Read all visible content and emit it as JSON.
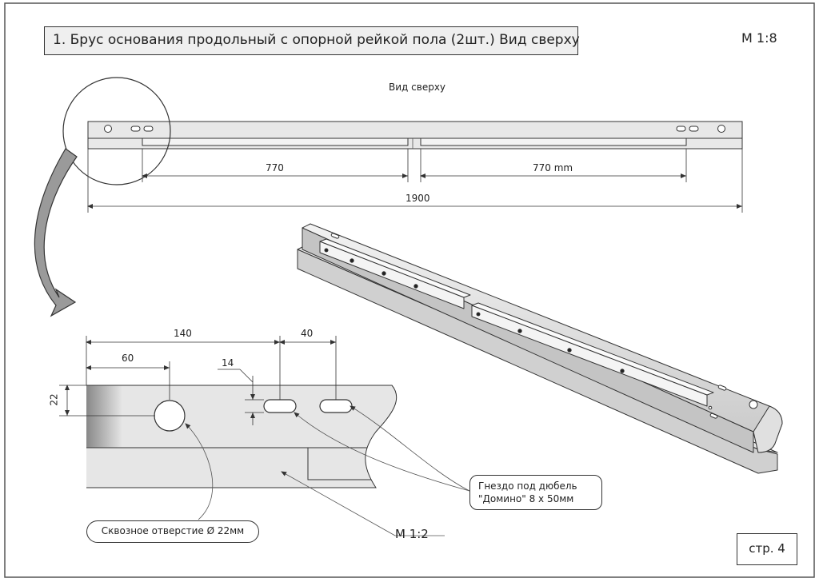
{
  "title": "1. Брус основания продольный с опорной рейкой пола (2шт.) Вид сверху",
  "scale_main": "М 1:8",
  "view_label": "Вид сверху",
  "dimensions": {
    "top_left_segment": "770",
    "top_right_segment": "770 mm",
    "overall_length": "1900",
    "detail_hole_offset": "60",
    "detail_slot_offset": "140",
    "detail_slot_spacing": "40",
    "detail_slot_width": "14",
    "detail_hole_edge": "22"
  },
  "callouts": {
    "domino_line1": "Гнездо под дюбель",
    "domino_line2": "\"Домино\" 8 х 50мм",
    "through_hole": "Сквозное отверстие Ø 22мм"
  },
  "scale_detail": "М 1:2",
  "page_number": "стр. 4",
  "colors": {
    "line": "#333333",
    "beam_fill": "#e6e6e6",
    "title_fill": "#efefef"
  }
}
